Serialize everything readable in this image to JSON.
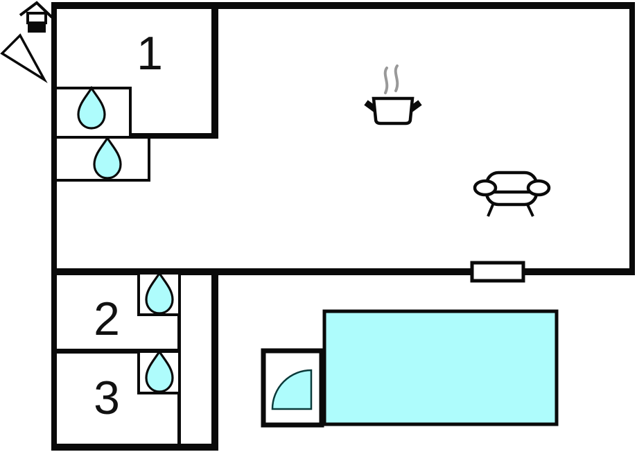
{
  "plan": {
    "type": "floor-plan",
    "rooms": [
      {
        "label": "1",
        "has_water_icon": true
      },
      {
        "label": "2",
        "has_water_icon": true
      },
      {
        "label": "3",
        "has_water_icon": true
      }
    ],
    "water_drop_count": 4,
    "features": {
      "kitchen_icon": "cooking-pot-with-steam",
      "living_icon": "sofa",
      "window_on_south_wall": true,
      "entrance_door_swing": true,
      "pool_terrace": true,
      "house_marker": "house-icon",
      "north_marker": "compass-arrow-icon"
    }
  },
  "colors": {
    "wall": "#0a0a0a",
    "water_fill": "#aefcfc",
    "steam": "#999999",
    "background": "#ffffff"
  }
}
